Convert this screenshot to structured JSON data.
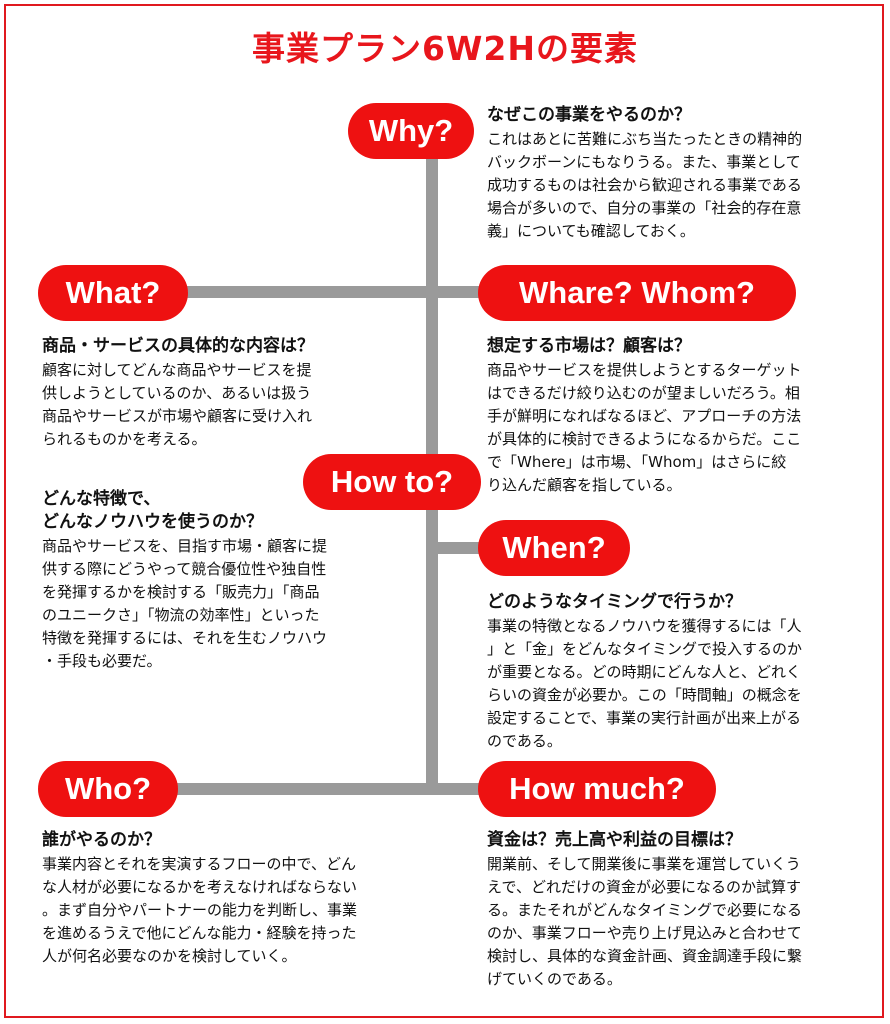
{
  "title": "事業プラン6W2Hの要素",
  "colors": {
    "accent": "#ee1111",
    "title": "#e8161c",
    "connector": "#9a9a9a"
  },
  "nodes": {
    "why": {
      "label": "Why?",
      "heading": "なぜこの事業をやるのか？",
      "body": "これはあとに苦難にぶち当たったときの精神的\nバックボーンにもなりうる。また、事業として\n成功するものは社会から歓迎される事業である\n場合が多いので、自分の事業の「社会的存在意\n義」についても確認しておく。"
    },
    "what": {
      "label": "What?",
      "heading": "商品・サービスの具体的な内容は？",
      "body": "顧客に対してどんな商品やサービスを提\n供しようとしているのか、あるいは扱う\n商品やサービスが市場や顧客に受け入れ\nられるものかを考える。"
    },
    "where_whom": {
      "label": "Whare? Whom?",
      "heading": "想定する市場は？顧客は？",
      "body": "商品やサービスを提供しようとするターゲット\nはできるだけ絞り込むのが望ましいだろう。相\n手が鮮明になればなるほど、アプローチの方法\nが具体的に検討できるようになるからだ。ここ\nで「Where」は市場、「Whom」はさらに絞\nり込んだ顧客を指している。"
    },
    "how_to": {
      "label": "How to?",
      "heading": "どんな特徴で、\nどんなノウハウを使うのか？",
      "body": "商品やサービスを、目指す市場・顧客に提\n供する際にどうやって競合優位性や独自性\nを発揮するかを検討する「販売力」「商品\nのユニークさ」「物流の効率性」といった\n特徴を発揮するには、それを生むノウハウ\n・手段も必要だ。"
    },
    "when": {
      "label": "When?",
      "heading": "どのようなタイミングで行うか？",
      "body": "事業の特徴となるノウハウを獲得するには「人\n」と「金」をどんなタイミングで投入するのか\nが重要となる。どの時期にどんな人と、どれく\nらいの資金が必要か。この「時間軸」の概念を\n設定することで、事業の実行計画が出来上がる\nのである。"
    },
    "who": {
      "label": "Who?",
      "heading": "誰がやるのか？",
      "body": "事業内容とそれを実演するフローの中で、どん\nな人材が必要になるかを考えなければならない\n。まず自分やパートナーの能力を判断し、事業\nを進めるうえで他にどんな能力・経験を持った\n人が何名必要なのかを検討していく。"
    },
    "how_much": {
      "label": "How much?",
      "heading": "資金は？売上高や利益の目標は？",
      "body": "開業前、そして開業後に事業を運営していくう\nえで、どれだけの資金が必要になるのか試算す\nる。またそれがどんなタイミングで必要になる\nのか、事業フローや売り上げ見込みと合わせて\n検討し、具体的な資金計画、資金調達手段に繋\nげていくのである。"
    }
  }
}
